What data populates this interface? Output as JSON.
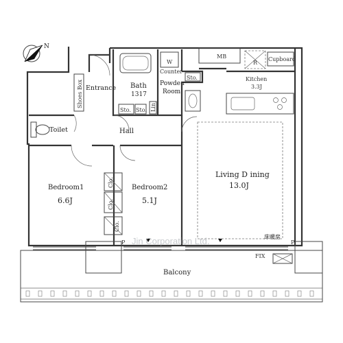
{
  "rooms": {
    "mb": "MB",
    "r": "R",
    "cupboard": "Cupboard",
    "w": "W",
    "counter": "Counter",
    "bath_label": "Bath",
    "bath_size": "1317",
    "powder_room_line1": "Powde r",
    "powder_room_line2": "Room",
    "sto_upper": "Sto.",
    "sto_hall_1": "Sto.",
    "sto_hall_2": "Sto.",
    "lin": "Lin",
    "shoes_box": "Shoes Box",
    "entrance": "Entrance",
    "kitchen": "Kitchen",
    "kitchen_size": "3.3J",
    "toilet": "Toilet",
    "hall": "Hall",
    "living_dining": "Living D ining",
    "living_dining_size": "13.0J",
    "bedroom1": "Bedroom1",
    "bedroom1_size": "6.6J",
    "bedroom2": "Bedroom2",
    "bedroom2_size": "5.1J",
    "clo_1": "Clo.",
    "clo_2": "Clo.",
    "clo_3": "Clo.",
    "floor_heating": "床暖房",
    "fix": "FIX",
    "p_left": "P",
    "p_right": "P",
    "balcony": "Balcony"
  },
  "compass": {
    "north": "N"
  },
  "watermark": "Jin Corporation Ltd."
}
